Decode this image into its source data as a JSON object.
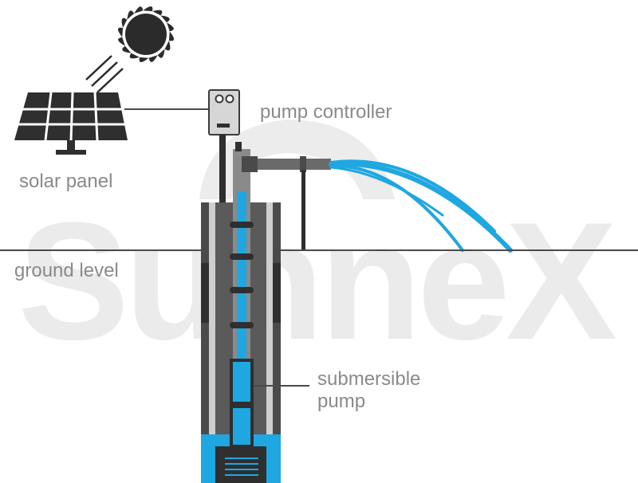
{
  "labels": {
    "pump_controller": "pump controller",
    "solar_panel": "solar panel",
    "ground_level": "ground level",
    "submersible_pump_line1": "submersible",
    "submersible_pump_line2": "pump"
  },
  "watermark": {
    "text": "SunneX",
    "color": "#e9e9e9"
  },
  "colors": {
    "label_text": "#8a8a8a",
    "dark_gray": "#2f2f2f",
    "mid_gray": "#5a5a5a",
    "light_gray": "#cfcfcf",
    "water_blue": "#1ea7e1",
    "ground_line": "#4a4a4a"
  }
}
